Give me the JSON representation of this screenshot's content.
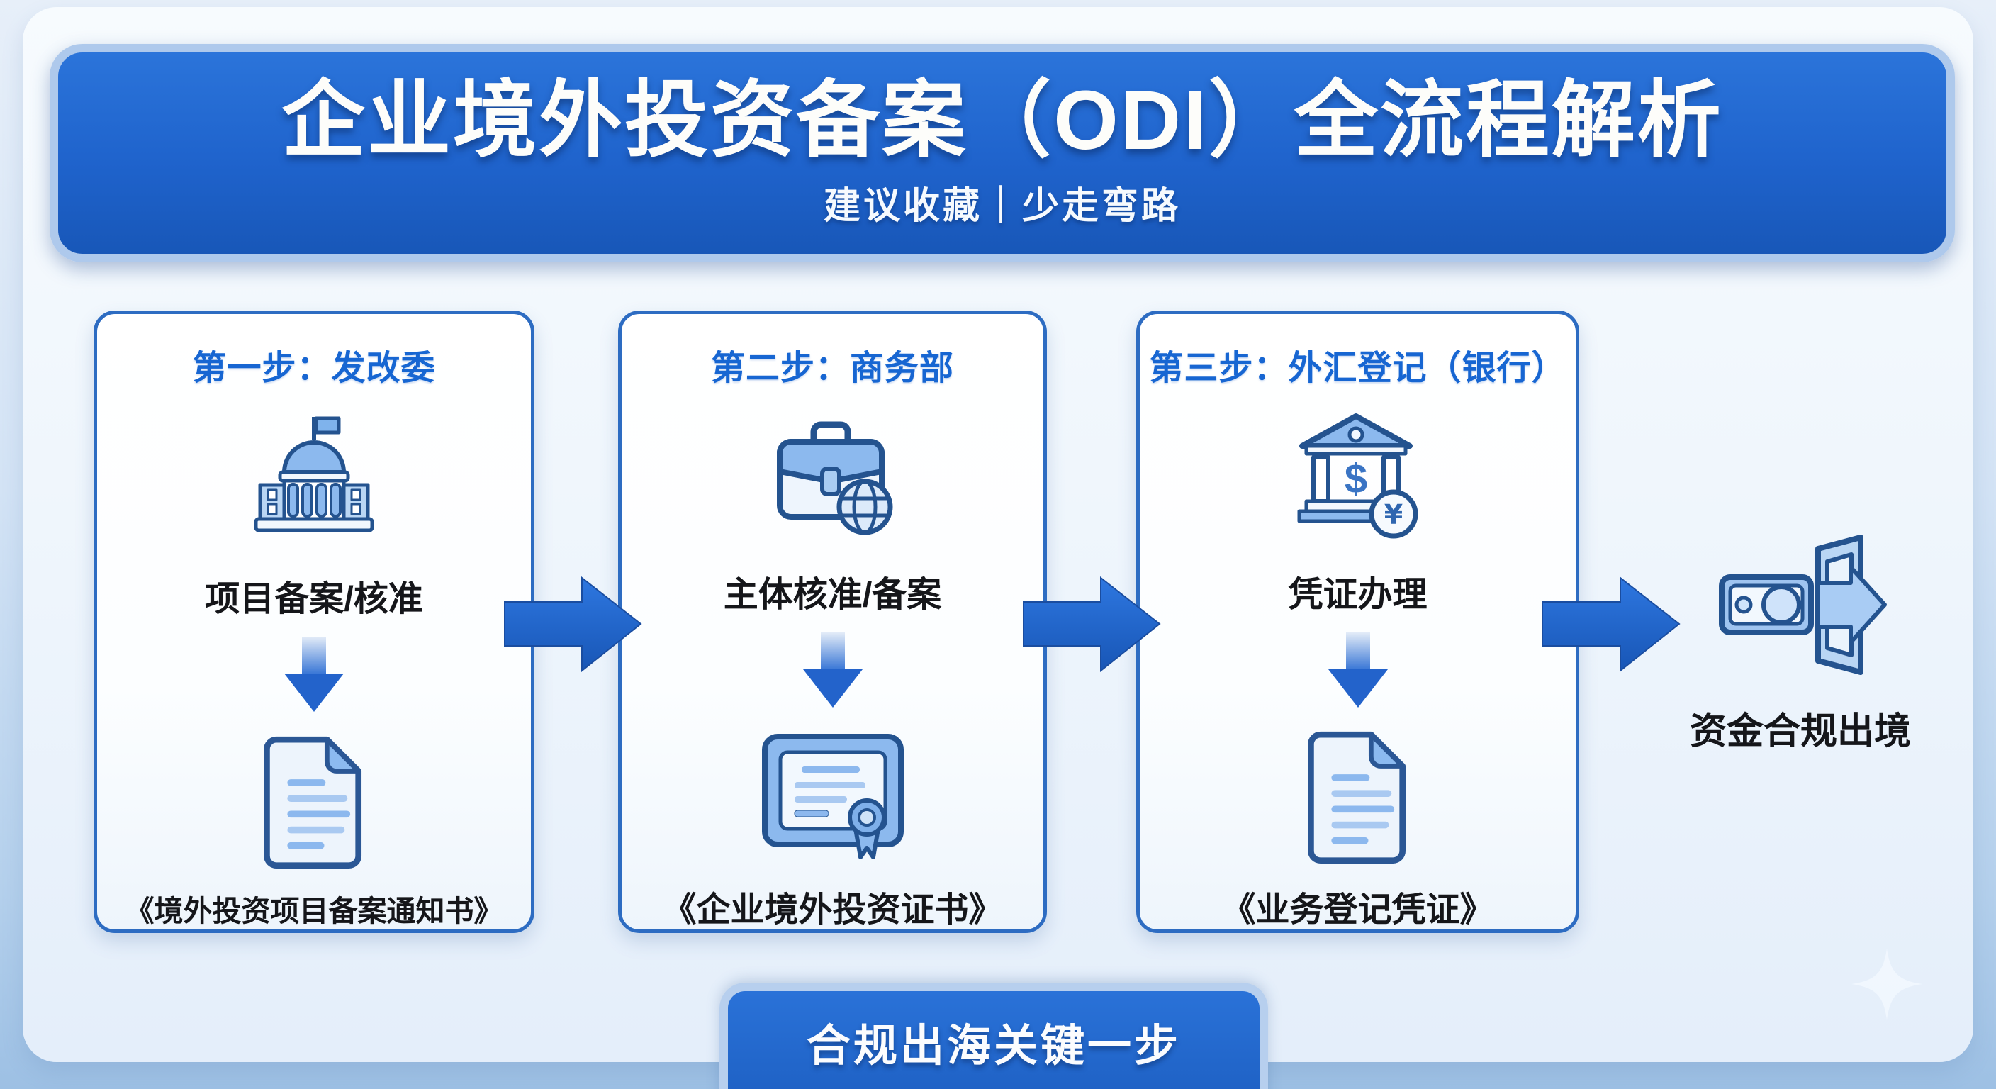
{
  "header": {
    "title": "企业境外投资备案（ODI）全流程解析",
    "subtitle": "建议收藏｜少走弯路"
  },
  "steps": [
    {
      "title": "第一步：发改委",
      "icon": "government-building-icon",
      "action": "项目备案/核准",
      "result_icon": "document-icon",
      "result": "《境外投资项目备案通知书》"
    },
    {
      "title": "第二步：商务部",
      "icon": "briefcase-globe-icon",
      "action": "主体核准/备案",
      "result_icon": "certificate-icon",
      "result": "《企业境外投资证书》"
    },
    {
      "title": "第三步：外汇登记（银行）",
      "icon": "bank-dollar-yuan-icon",
      "action": "凭证办理",
      "result_icon": "document-icon",
      "result": "《业务登记凭证》"
    }
  ],
  "outcome": {
    "icon": "money-exit-door-icon",
    "label": "资金合规出境"
  },
  "footer": {
    "label": "合规出海关键一步"
  },
  "colors": {
    "banner_blue": "#1f63cc",
    "accent_blue": "#1e64cb",
    "step_title_blue": "#1766d2",
    "card_border": "#2d6cc2",
    "icon_stroke": "#24538f",
    "icon_fill_light": "#8cb9ee",
    "page_bg": "#c9ddf2",
    "text_dark": "#15161a"
  }
}
